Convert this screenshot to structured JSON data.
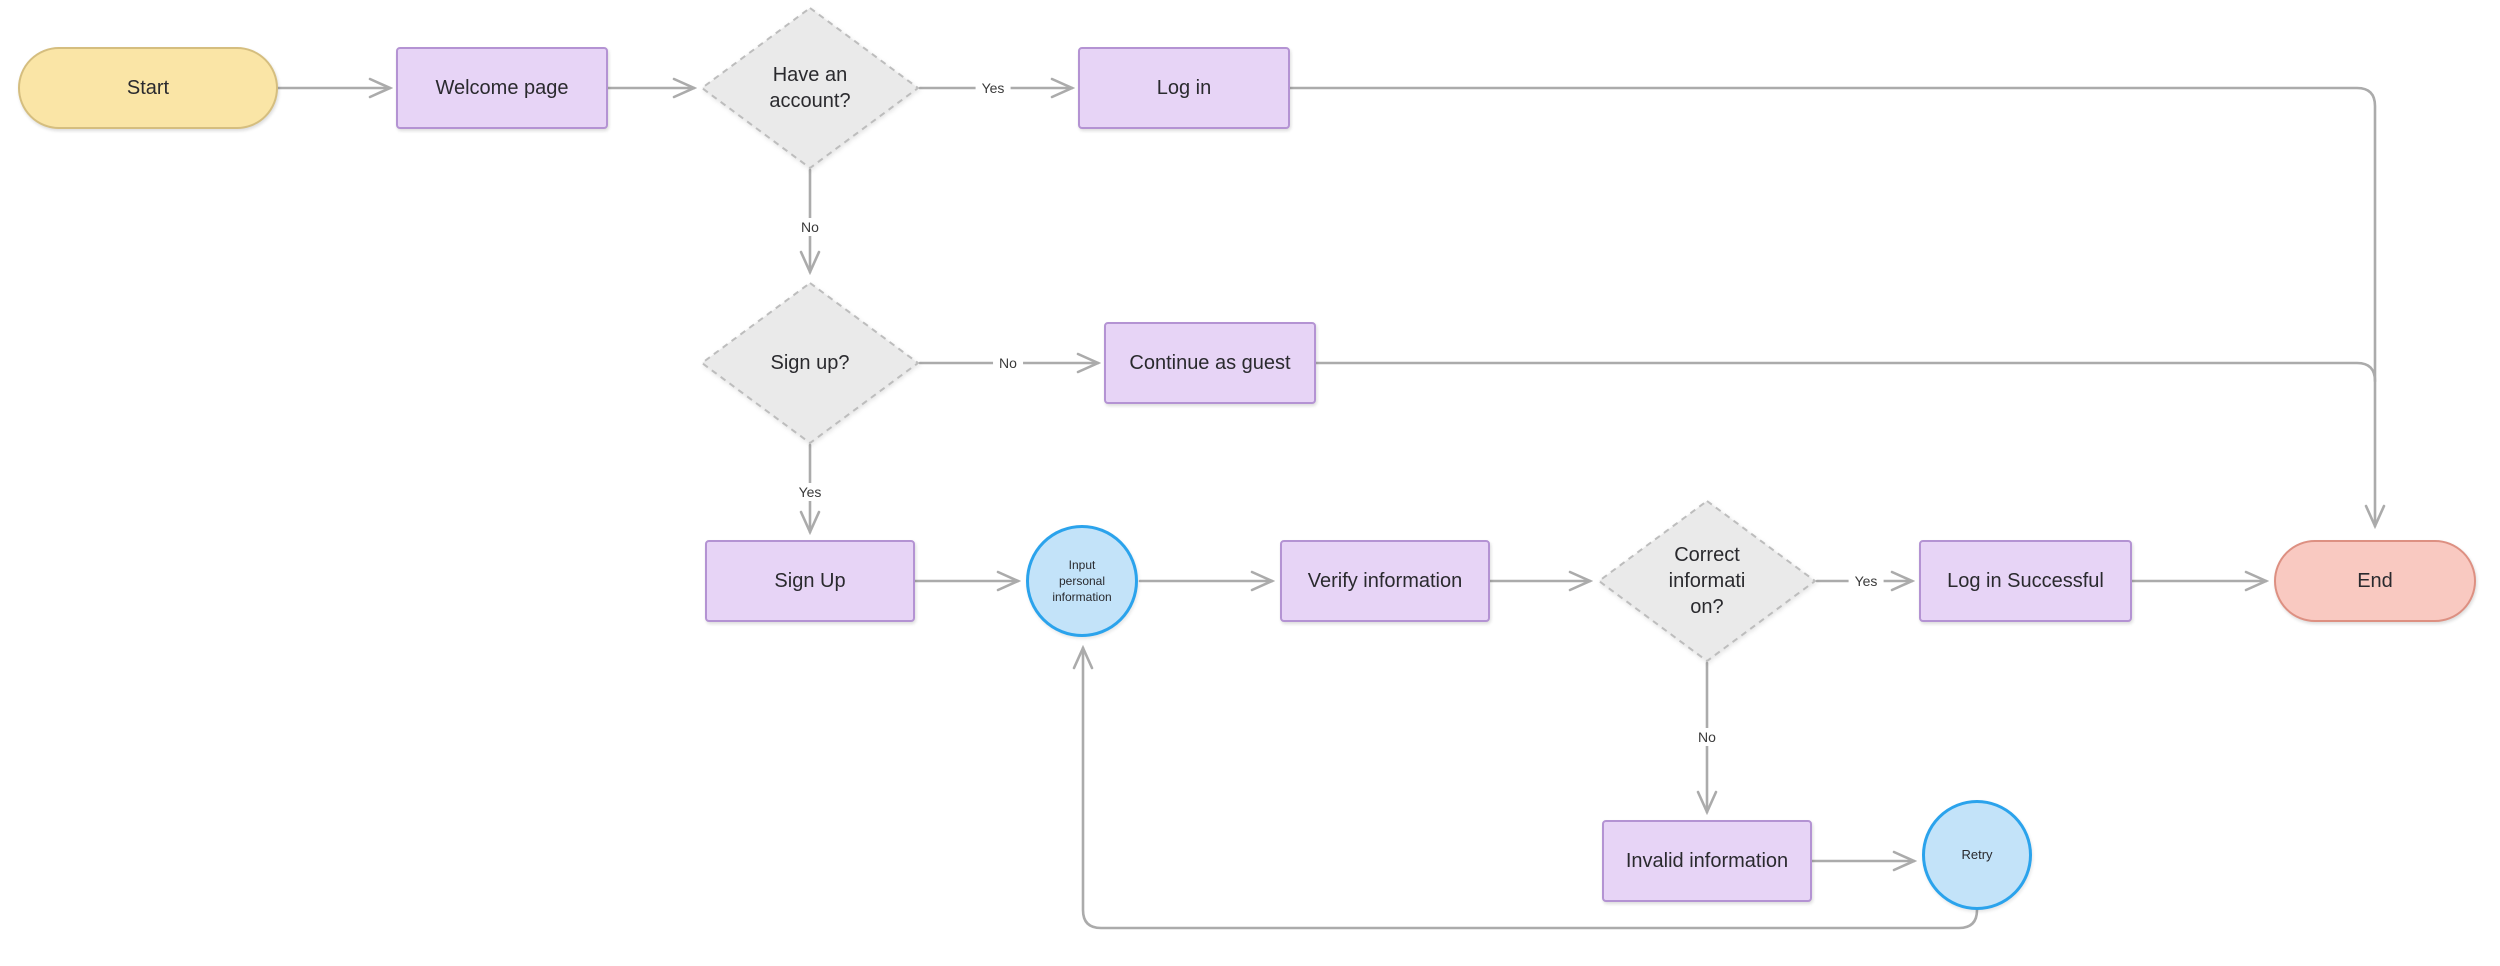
{
  "diagram": {
    "colors": {
      "canvas_bg": "#ffffff",
      "edge_color": "#ababab",
      "terminal_start_fill": "#fae5a6",
      "terminal_start_border": "#d5be7f",
      "terminal_end_fill": "#f9c9c1",
      "terminal_end_border": "#dd9082",
      "process_fill": "#e7d4f6",
      "process_border": "#b493d3",
      "decision_fill": "#eaeaea",
      "decision_border": "#bdbdbd",
      "onpage_fill": "#c3e3f9",
      "onpage_border": "#2ba3ec"
    },
    "nodes": {
      "start": {
        "label": "Start"
      },
      "welcome": {
        "label": "Welcome page"
      },
      "have_account": {
        "lines": [
          "Have an",
          "account?"
        ]
      },
      "login": {
        "label": "Log in"
      },
      "signup_q": {
        "label": "Sign up?"
      },
      "guest": {
        "label": "Continue as guest"
      },
      "signup": {
        "label": "Sign Up"
      },
      "input_info": {
        "lines": [
          "Input",
          "personal",
          "information"
        ]
      },
      "verify": {
        "label": "Verify information"
      },
      "correct_q": {
        "lines": [
          "Correct",
          "informati",
          "on?"
        ]
      },
      "success": {
        "label": "Log in Successful"
      },
      "end": {
        "label": "End"
      },
      "invalid": {
        "label": "Invalid information"
      },
      "retry": {
        "label": "Retry"
      }
    },
    "edge_labels": {
      "have_account_yes": "Yes",
      "have_account_no": "No",
      "signup_no": "No",
      "signup_yes": "Yes",
      "correct_yes": "Yes",
      "correct_no": "No"
    }
  }
}
